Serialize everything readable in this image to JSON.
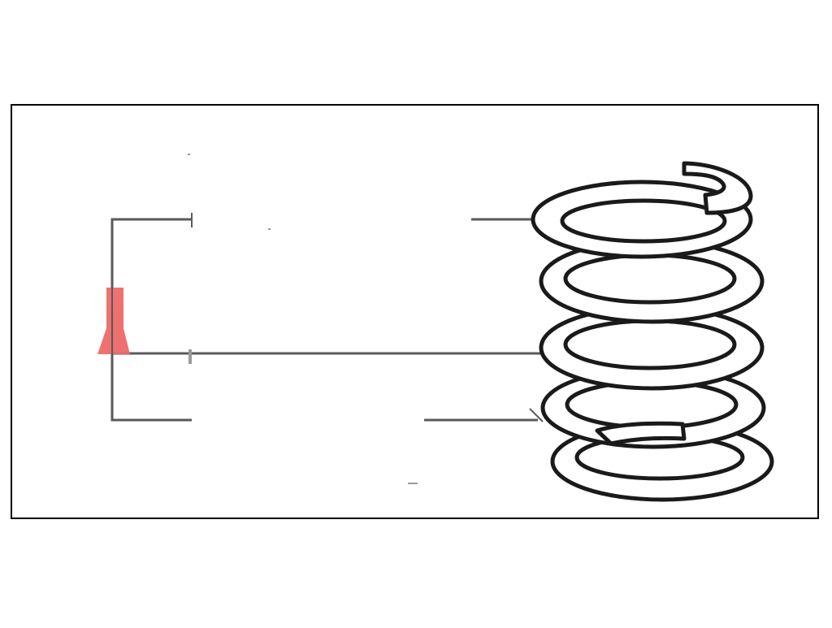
{
  "figure": {
    "subject": "coil-spring",
    "colors": {
      "background": "#ffffff",
      "frame": "#000000",
      "leader_line": "#5a5a5a",
      "spring_stroke": "#1a1a1a",
      "marker": "#ee6a6a"
    },
    "marker_icon": "pointer-marker-icon",
    "leader_lines": 3,
    "coil_turns": 5
  }
}
